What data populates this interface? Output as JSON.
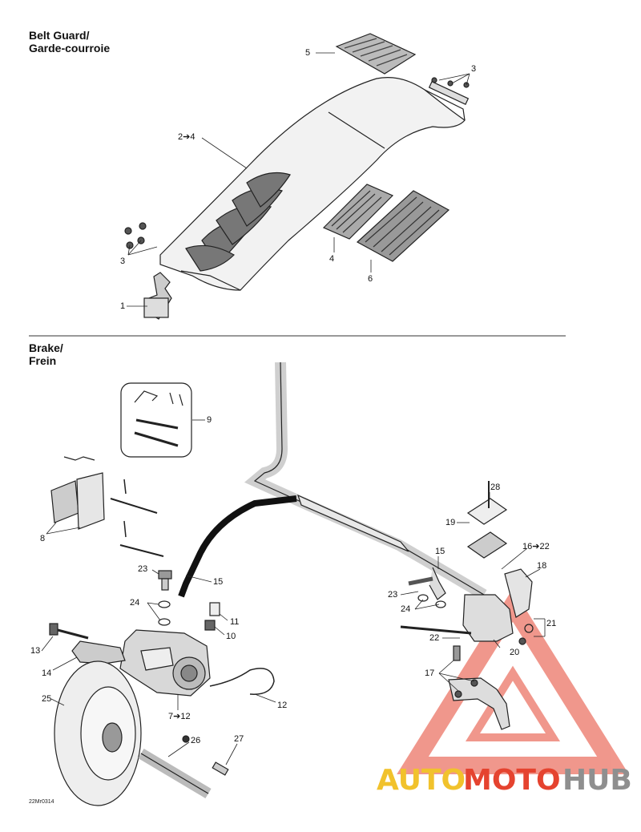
{
  "sections": {
    "belt_guard": {
      "title_line1": "Belt Guard/",
      "title_line2": "Garde-courroie"
    },
    "brake": {
      "title_line1": "Brake/",
      "title_line2": "Frein"
    }
  },
  "callouts": {
    "c5": "5",
    "c3a": "3",
    "c24": "2➔4",
    "c3b": "3",
    "c4": "4",
    "c6": "6",
    "c1": "1",
    "c9": "9",
    "c8": "8",
    "c28": "28",
    "c19": "19",
    "c1622": "16➔22",
    "c15b": "15",
    "c18": "18",
    "c23a": "23",
    "c15a": "15",
    "c24a": "24",
    "c11": "11",
    "c10": "10",
    "c23b": "23",
    "c24b": "24",
    "c21": "21",
    "c22": "22",
    "c20": "20",
    "c13": "13",
    "c14": "14",
    "c17": "17",
    "c25": "25",
    "c712": "7➔12",
    "c12": "12",
    "c26": "26",
    "c27": "27"
  },
  "footer": {
    "drawing_code": "22Mr0314"
  },
  "watermark": {
    "part1": "AUTO",
    "part2": "MOTO",
    "part3": "HUB",
    "colors": {
      "auto": "#f1c22c",
      "moto": "#e5432f",
      "hub": "#8f8f8f",
      "triangle": "#e5432f"
    }
  }
}
